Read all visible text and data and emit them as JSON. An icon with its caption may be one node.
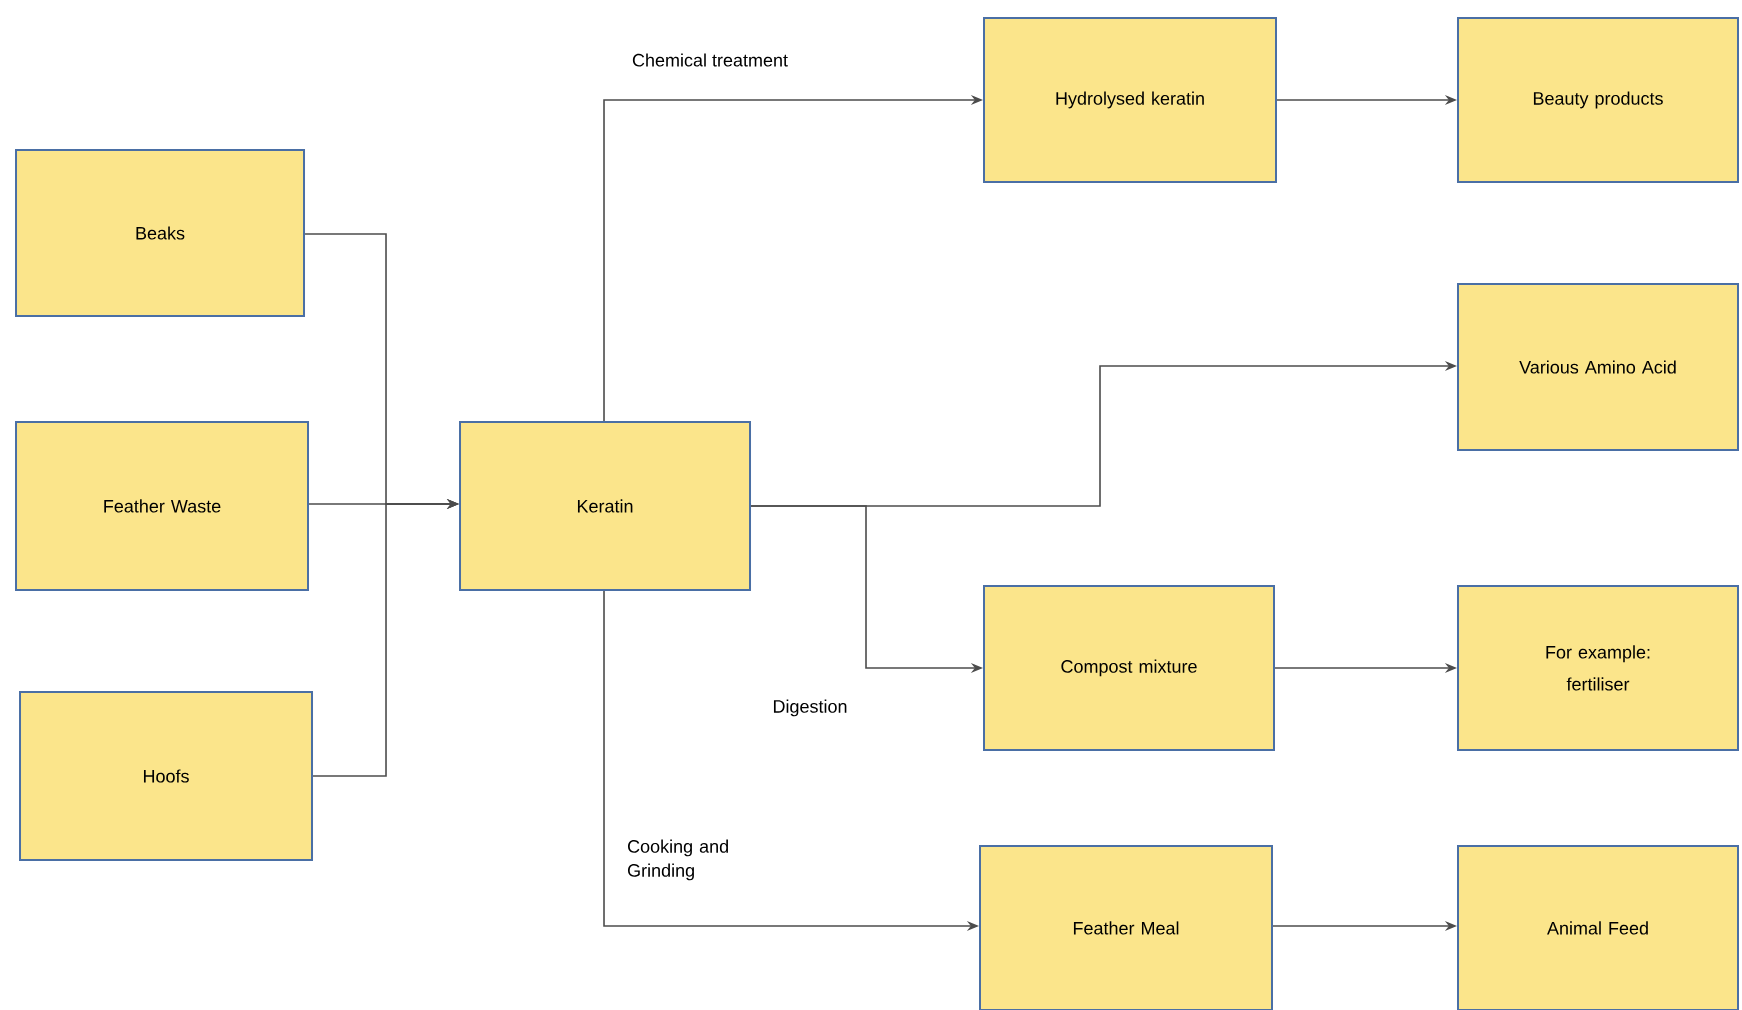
{
  "diagram": {
    "nodes": [
      {
        "text": [
          "Beaks"
        ]
      },
      {
        "text": [
          "Feather Waste"
        ]
      },
      {
        "text": [
          "Hoofs"
        ]
      },
      {
        "text": [
          "Keratin"
        ]
      },
      {
        "text": [
          "Hydrolysed keratin"
        ]
      },
      {
        "text": [
          "Beauty products"
        ]
      },
      {
        "text": [
          "Various Amino Acid"
        ]
      },
      {
        "text": [
          "Compost mixture"
        ]
      },
      {
        "text": [
          "For example:",
          "fertiliser"
        ]
      },
      {
        "text": [
          "Feather Meal"
        ]
      },
      {
        "text": [
          "Animal Feed"
        ]
      }
    ],
    "edges": [
      {
        "from": 0,
        "to": 3,
        "arrow": "to"
      },
      {
        "from": 1,
        "to": 3,
        "arrow": "to"
      },
      {
        "from": 2,
        "to": 3,
        "arrow": "to"
      },
      {
        "from": 3,
        "to": 4,
        "arrow": "to",
        "label": "Chemical treatment"
      },
      {
        "from": 4,
        "to": 5,
        "arrow": "to"
      },
      {
        "from": 3,
        "to": 6,
        "arrow": "to"
      },
      {
        "from": 3,
        "to": 7,
        "arrow": "to",
        "label": "Digestion"
      },
      {
        "from": 7,
        "to": 8,
        "arrow": "to"
      },
      {
        "from": 3,
        "to": 9,
        "arrow": "to",
        "label": "Cooking and Grinding"
      },
      {
        "from": 9,
        "to": 10,
        "arrow": "to"
      }
    ]
  }
}
